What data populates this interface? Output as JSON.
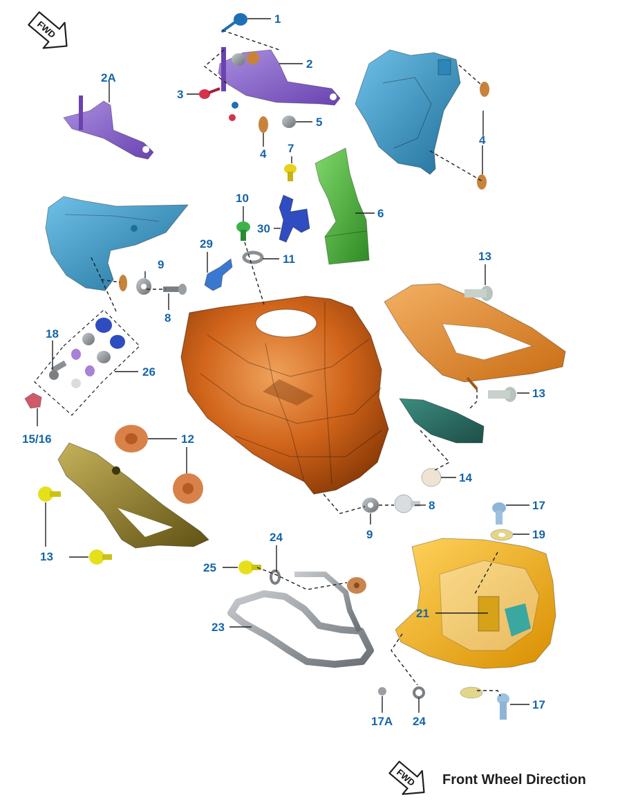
{
  "fwd_badge_text": "FWD",
  "legend": {
    "icon_text": "FWD",
    "text": "Front Wheel Direction"
  },
  "callouts": [
    "1",
    "2",
    "2A",
    "3",
    "4",
    "5",
    "4",
    "7",
    "6",
    "10",
    "30",
    "29",
    "11",
    "9",
    "8",
    "13",
    "18",
    "26",
    "15/16",
    "13",
    "12",
    "14",
    "8",
    "9",
    "17",
    "19",
    "13",
    "24",
    "25",
    "21",
    "23",
    "17A",
    "24",
    "17"
  ],
  "colors": {
    "callout_blue": "#1565a8",
    "tank_cover_orange": "#d0641a",
    "bracket_purple": "#8a63c9",
    "panel_blue": "#3f9fd0",
    "green_part": "#49b33a",
    "side_panel_orange": "#e28a2a",
    "olive_panel": "#8e7a23",
    "yellow_fairing": "#f2b21c",
    "grey_frame": "#8f9498"
  },
  "icons": [
    "fwd-arrow-icon"
  ]
}
